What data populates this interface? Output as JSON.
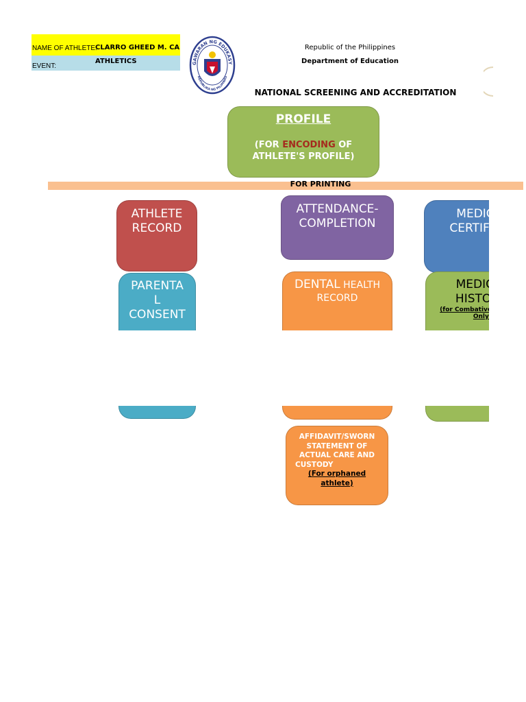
{
  "header": {
    "name_label": "NAME OF ATHLETE:",
    "name_value": "CLARRO GHEED  M. CARS",
    "event_label": "EVENT:",
    "event_value": "ATHLETICS",
    "republic": "Republic of the Philippines",
    "department": "Department of Education",
    "screening_title": "NATIONAL SCREENING AND ACCREDITATION"
  },
  "seal": {
    "top_text": "KAGAWARAN NG EDUKASYON",
    "bottom_text": "REPUBLIKA NG PILIPINAS"
  },
  "profile": {
    "title": "PROFILE",
    "line1_open": "(FOR ",
    "line1_highlight": "ENCODING",
    "line1_close": " OF",
    "line2": "ATHLETE'S PROFILE)"
  },
  "for_printing": "FOR PRINTING",
  "tiles": {
    "athlete_record": [
      "ATHLETE",
      "RECORD"
    ],
    "attendance": [
      "ATTENDANCE-",
      "COMPLETION"
    ],
    "medical_cert": [
      "MEDIC",
      "CERTIFIC"
    ],
    "parental": [
      "PARENTA",
      "L",
      "CONSENT"
    ],
    "dental_big": "DENTAL",
    "dental_small1": " HEALTH",
    "dental_small2": "RECORD",
    "medical_history": [
      "MEDIC.",
      "HISTOF"
    ],
    "medical_history_note": [
      "(for Combative",
      "Only)"
    ],
    "affidavit": [
      "AFFIDAVIT/SWORN",
      "STATEMENT OF",
      "ACTUAL CARE AND",
      "CUSTODY"
    ],
    "affidavit_note": [
      "(For orphaned",
      "athlete)"
    ]
  },
  "colors": {
    "profile_green": "#9bbb59",
    "encoding_red": "#c0392b",
    "for_printing_bar": "#fac090",
    "athlete_red": "#c0504d",
    "attendance_purple": "#8064a2",
    "medical_blue": "#4f81bd",
    "parental_teal": "#4bacc6",
    "dental_orange": "#f79646",
    "history_green": "#9bbb59"
  }
}
